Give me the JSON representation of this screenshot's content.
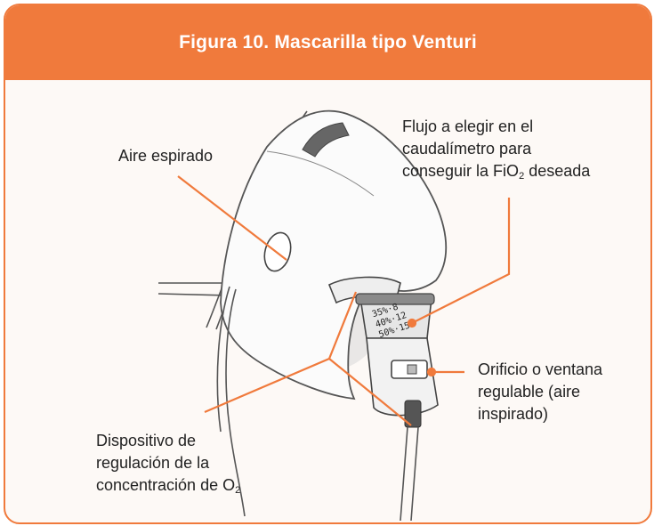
{
  "header": {
    "title": "Figura 10. Mascarilla tipo Venturi"
  },
  "labels": {
    "aire_espirado": "Aire espirado",
    "flujo": {
      "line1": "Flujo a elegir en el",
      "line2": "caudalímetro para",
      "line3_pre": "conseguir la FiO",
      "line3_sub": "2",
      "line3_post": " deseada"
    },
    "orificio": {
      "line1": "Orificio o ventana",
      "line2": "regulable (aire",
      "line3": "inspirado)"
    },
    "dispositivo": {
      "line1": "Dispositivo de",
      "line2": "regulación de la",
      "line3_pre": "concentración de O",
      "line3_sub": "2"
    }
  },
  "valve_markings": {
    "line1": "35%·8",
    "line2": "40%·12",
    "line3": "50%·15"
  },
  "colors": {
    "accent": "#f07a3c",
    "background": "#fdf9f6",
    "text": "#222222"
  }
}
